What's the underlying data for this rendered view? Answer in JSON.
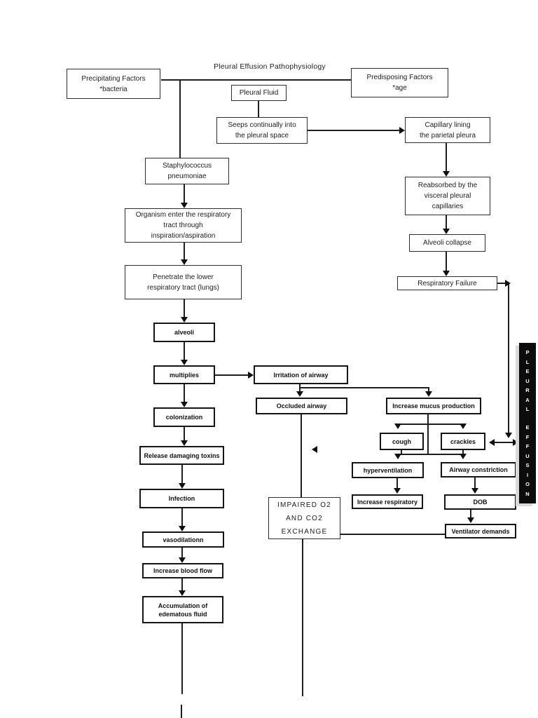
{
  "title": "Pleural Effusion Pathophysiology",
  "sidebar": {
    "word1": "PLEURAL",
    "word2": "EFFUSION"
  },
  "colors": {
    "ink": "#161616",
    "bar_bg": "#0c0c0c",
    "bar_text": "#ffffff",
    "bar_shadow": "#d9d9d9"
  },
  "boxes": {
    "precipitating": "Precipitating Factors\n*bacteria",
    "predisposing": "Predisposing Factors\n*age",
    "pleural_fluid": "Pleural Fluid",
    "seeps": "Seeps continually into\nthe pleural space",
    "capillary": "Capillary lining\nthe parietal pleura",
    "staph": "Staphylococcus\npneumoniae",
    "organism": "Organism enter the respiratory\ntract through\ninspiration/aspiration",
    "penetrate": "Penetrate the lower\nrespiratory tract (lungs)",
    "reabsorbed": "Reabsorbed by the\nvisceral pleural\ncapillaries",
    "alveoli_collapse": "Alveoli collapse",
    "resp_failure": "Respiratory Failure",
    "alveoli": "alveoli",
    "multiplies": "multiplies",
    "irritation": "Irritation of airway",
    "colonization": "colonization",
    "occluded": "Occluded airway",
    "mucus": "Increase mucus production",
    "cough": "cough",
    "crackles": "crackles",
    "hyperventilation": "hyperventilation",
    "airway_constriction": "Airway constriction",
    "release_toxins": "Release damaging toxins",
    "infection": "Infection",
    "vasodilation": "vasodilationn",
    "increase_respiratory": "Increase respiratory",
    "dob": "DOB",
    "ventilator": "Ventilator demands",
    "impaired": "IMPAIRED O2\nAND CO2\nEXCHANGE",
    "increase_blood": "Increase blood flow",
    "accumulation": "Accumulation of\nedematous fluid"
  }
}
